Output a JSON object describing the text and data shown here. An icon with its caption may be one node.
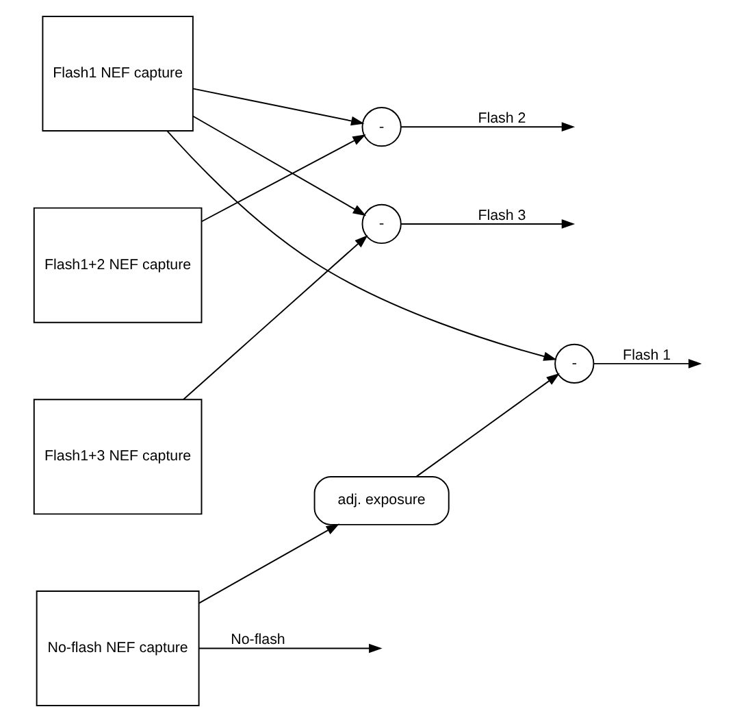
{
  "diagram": {
    "nodes": [
      {
        "text": [
          "Flash1 NEF capture"
        ]
      },
      {
        "text": [
          "Flash1+2 NEF capture"
        ]
      },
      {
        "text": [
          "Flash1+3 NEF capture"
        ]
      },
      {
        "text": [
          "No-flash NEF capture"
        ]
      },
      {
        "text": [
          "adj. exposure"
        ]
      },
      {
        "text": [
          "-"
        ]
      },
      {
        "text": [
          "-"
        ]
      },
      {
        "text": [
          "-"
        ]
      }
    ],
    "edges": [
      {
        "from": 0,
        "to": 5,
        "arrow": "to"
      },
      {
        "from": 4,
        "to": 5,
        "arrow": "to"
      },
      {
        "from": 0,
        "to": 6,
        "arrow": "to"
      },
      {
        "from": 1,
        "to": 6,
        "arrow": "to"
      },
      {
        "from": 0,
        "to": 7,
        "arrow": "to"
      },
      {
        "from": 2,
        "to": 7,
        "arrow": "to"
      },
      {
        "from": 3,
        "to": 4,
        "arrow": "to"
      },
      {
        "from": 5,
        "to": null,
        "arrow": "to",
        "label": "Flash 1"
      },
      {
        "from": 6,
        "to": null,
        "arrow": "to",
        "label": "Flash 2"
      },
      {
        "from": 7,
        "to": null,
        "arrow": "to",
        "label": "Flash 3"
      },
      {
        "from": 3,
        "to": null,
        "arrow": "to",
        "label": "No-flash"
      }
    ]
  }
}
